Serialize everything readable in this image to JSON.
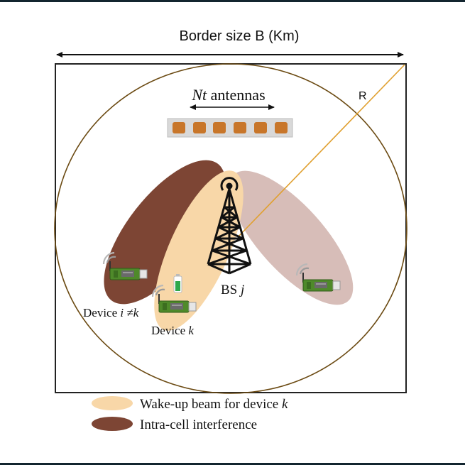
{
  "title": "Border size B (Km)",
  "radius_label": "R",
  "antenna_array": {
    "label_italic": "Nt",
    "label_rest": " antennas",
    "element_count": 6
  },
  "base_station": {
    "label": "BS ",
    "label_italic": "j"
  },
  "devices": [
    {
      "id": "device-i",
      "label": "Device ",
      "label_italic": "i ≠k"
    },
    {
      "id": "device-k",
      "label": "Device ",
      "label_italic": "k"
    },
    {
      "id": "device-other",
      "label": ""
    }
  ],
  "legend": [
    {
      "label": "Wake-up beam for device ",
      "label_italic": "k",
      "color": "#f8d7a8"
    },
    {
      "label": "Intra-cell interference",
      "label_italic": "",
      "color": "#7d4534"
    }
  ],
  "colors": {
    "wake_beam": "#f8d7a8",
    "interference_beam": "#7d4534",
    "other_beam": "#d7bdb8",
    "circle": "#6b4a12",
    "radius_line": "#e0a030",
    "antenna_element": "#c8762a",
    "antenna_panel": "#d6d6d6",
    "frame": "#222222",
    "bars": "#13252f"
  }
}
